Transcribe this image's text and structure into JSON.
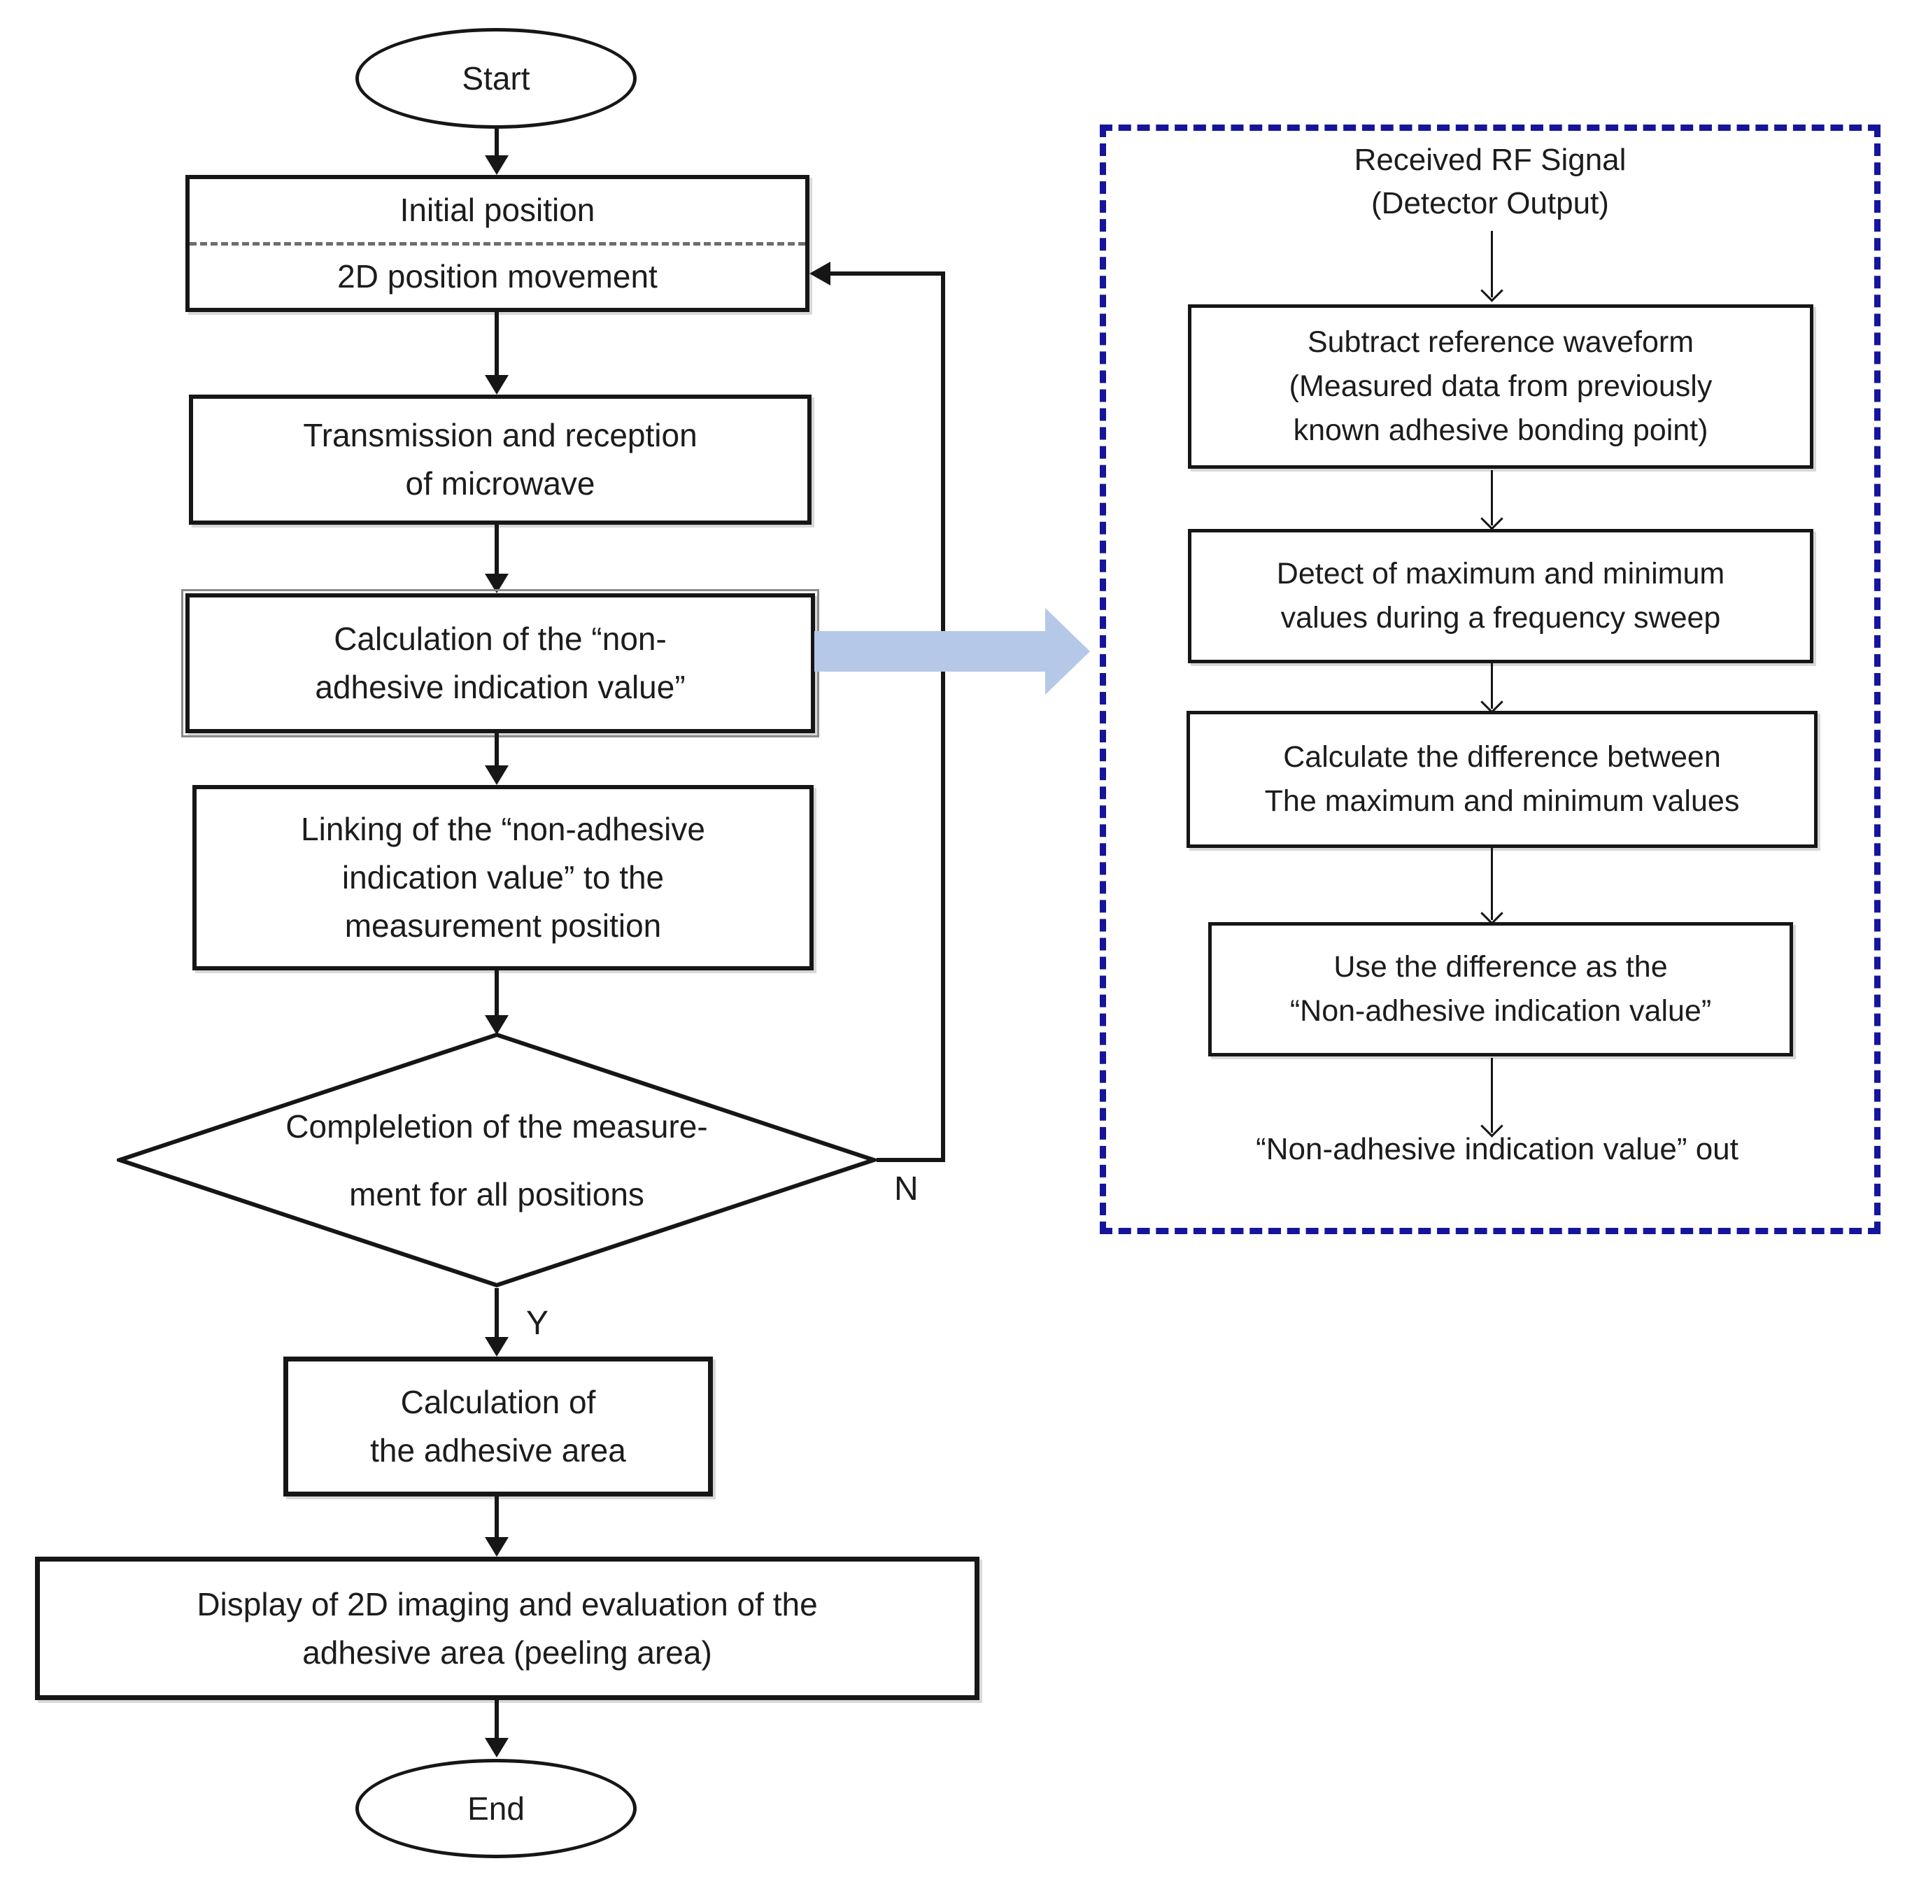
{
  "diagram": {
    "main": {
      "start": "Start",
      "initial_top": "Initial position",
      "initial_bottom": "2D position movement",
      "transmission": "Transmission and reception\nof microwave",
      "calculation": "Calculation of the “non-\nadhesive indication value”",
      "linking": "Linking of the “non-adhesive\nindication value” to the\nmeasurement position",
      "decision": "Compleletion of the measure-\nment for all positions",
      "no_label": "N",
      "yes_label": "Y",
      "adhesive_area": "Calculation of\nthe adhesive area",
      "display": "Display of 2D imaging and evaluation of the\nadhesive area (peeling area)",
      "end": "End"
    },
    "detail": {
      "input": "Received RF Signal\n(Detector Output)",
      "subtract": "Subtract reference waveform\n(Measured data from previously\nknown adhesive bonding point)",
      "detect": "Detect of maximum and minimum\nvalues during a frequency sweep",
      "difference": "Calculate the difference between\nThe maximum and minimum values",
      "use": "Use the difference as the\n“Non-adhesive indication value”",
      "output": "“Non-adhesive indication value” out"
    },
    "colors": {
      "panel_border": "#15159b",
      "block_arrow": "#b6c8e8",
      "line": "#161616"
    }
  }
}
